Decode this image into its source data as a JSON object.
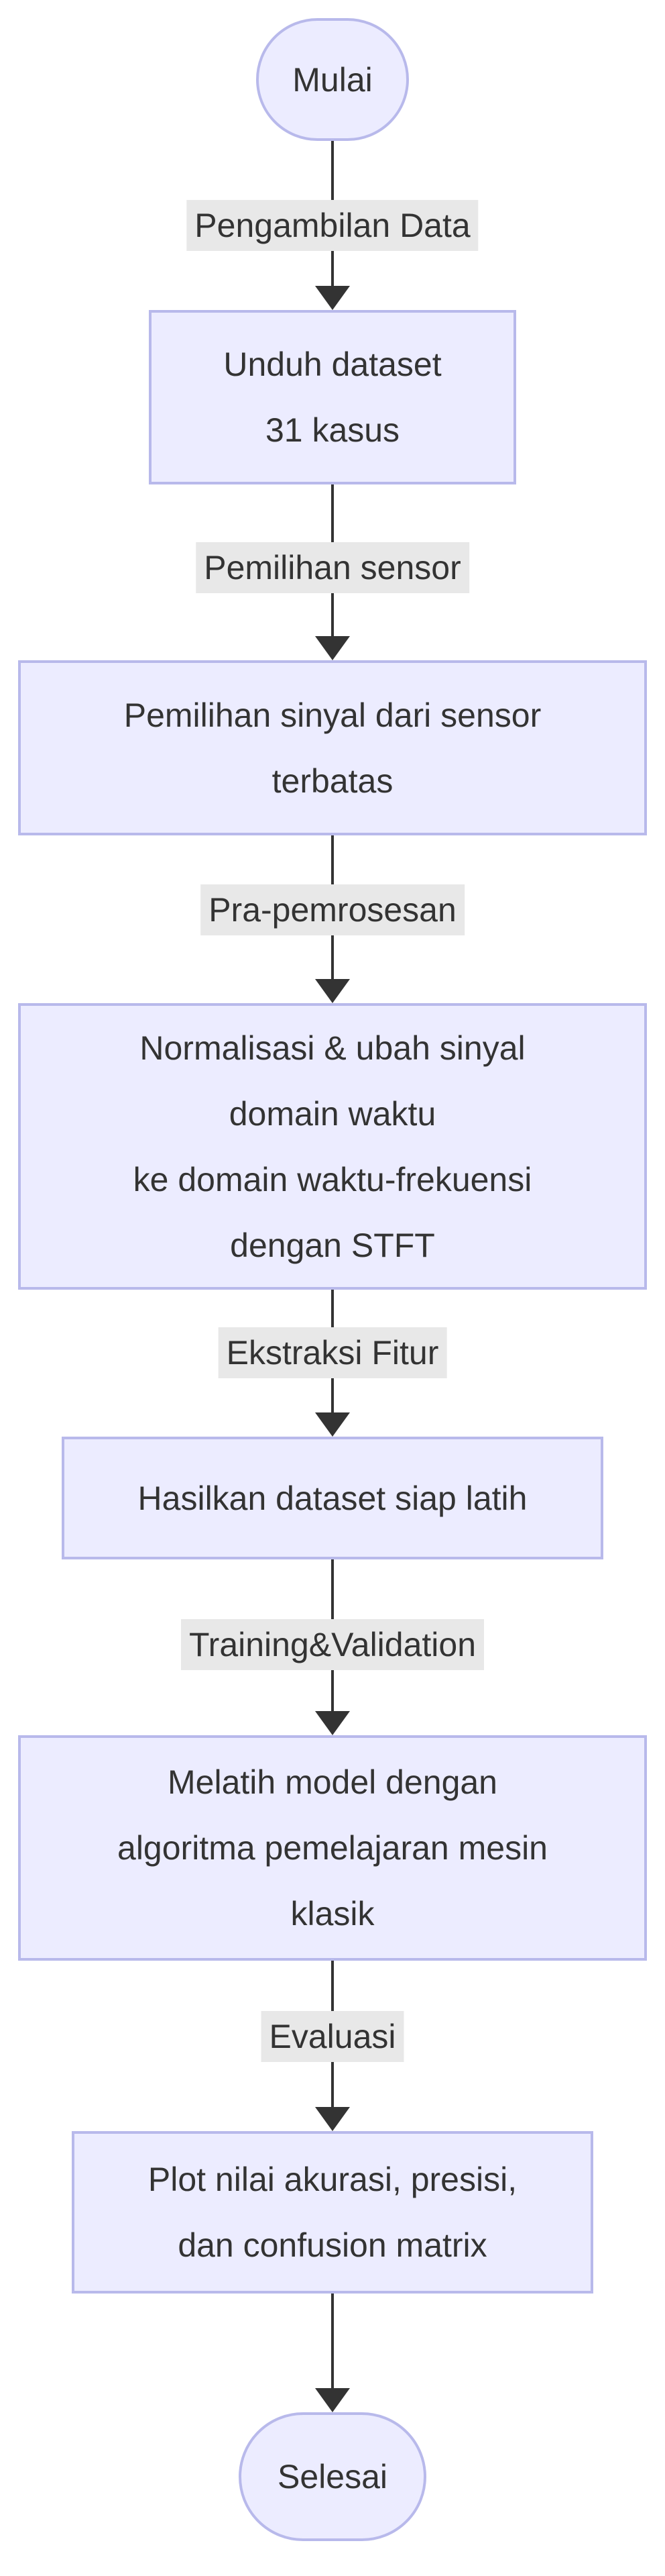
{
  "flowchart": {
    "start_node": {
      "label": "Mulai"
    },
    "end_node": {
      "label": "Selesai"
    },
    "steps": [
      {
        "edge_label": "Pengambilan Data",
        "node_lines": [
          "Unduh dataset",
          "31 kasus"
        ]
      },
      {
        "edge_label": "Pemilihan sensor",
        "node_lines": [
          "Pemilihan sinyal dari sensor",
          "terbatas"
        ]
      },
      {
        "edge_label": "Pra-pemrosesan",
        "node_lines": [
          "Normalisasi & ubah sinyal",
          "domain waktu",
          "ke domain waktu-frekuensi",
          "dengan STFT"
        ]
      },
      {
        "edge_label": "Ekstraksi Fitur",
        "node_lines": [
          "Hasilkan dataset siap latih"
        ]
      },
      {
        "edge_label": "Training&Validation",
        "node_lines": [
          "Melatih model dengan",
          "algoritma pemelajaran mesin",
          "klasik"
        ]
      },
      {
        "edge_label": "Evaluasi",
        "node_lines": [
          "Plot nilai akurasi, presisi,",
          "dan confusion matrix"
        ]
      }
    ],
    "colors": {
      "background": "#FFFFFF",
      "node_fill": "#ECECFF",
      "node_border": "#B8B9EB",
      "edge": "#333333",
      "edge_label_bg": "#E8E8E8",
      "text": "#333333"
    }
  }
}
